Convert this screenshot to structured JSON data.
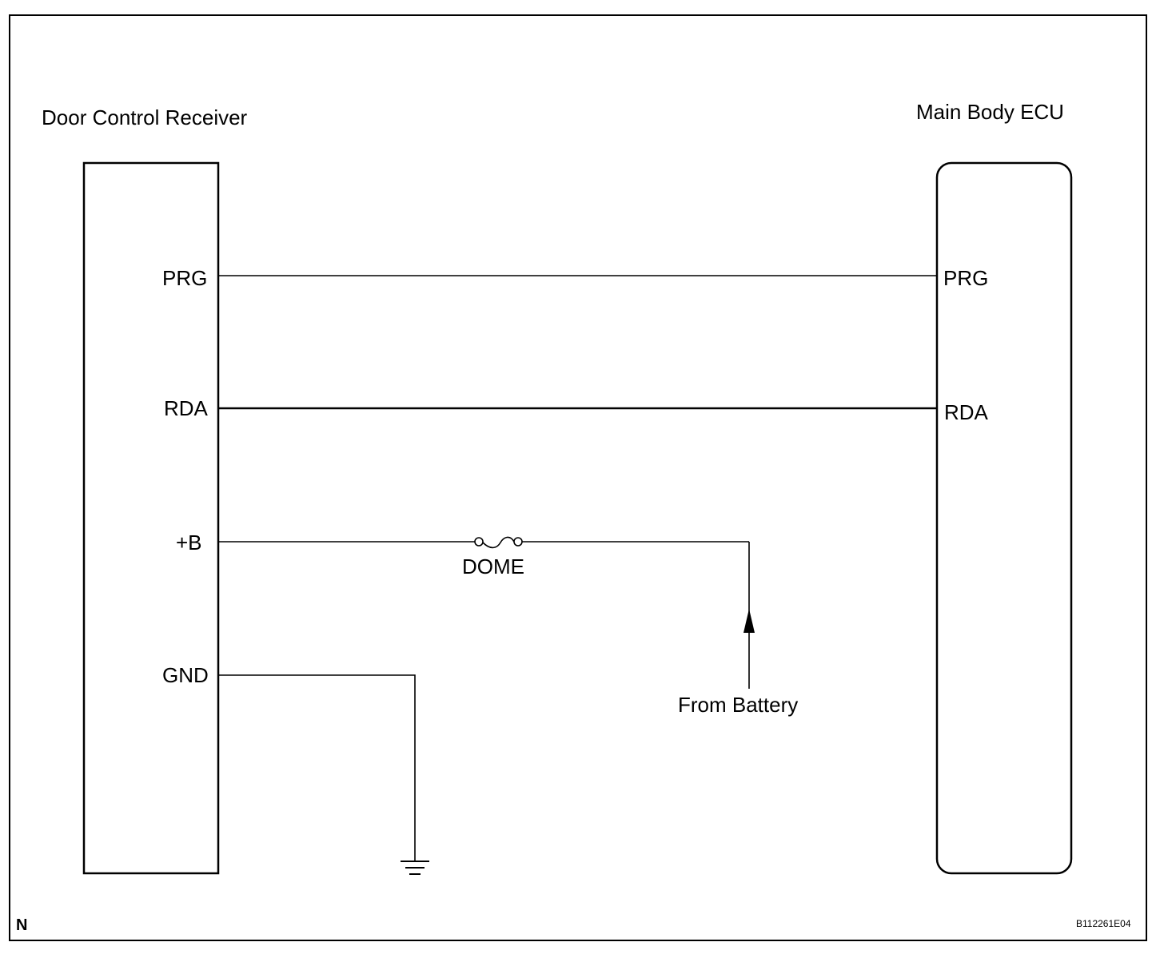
{
  "components": {
    "left": {
      "name": "Door Control Receiver"
    },
    "right": {
      "name": "Main Body ECU"
    }
  },
  "terminals": {
    "left": {
      "prg": "PRG",
      "rda": "RDA",
      "plus_b": "+B",
      "gnd": "GND"
    },
    "right": {
      "prg": "PRG",
      "rda": "RDA"
    }
  },
  "fuse": {
    "label": "DOME"
  },
  "source": {
    "label": "From Battery"
  },
  "footer": {
    "left_code": "N",
    "figure_id": "B112261E04"
  }
}
